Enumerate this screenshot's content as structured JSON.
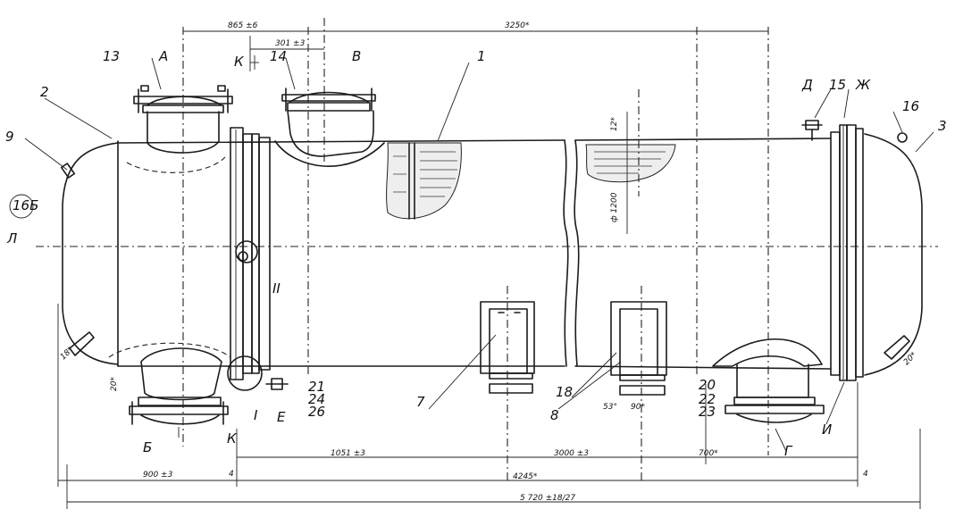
{
  "drawing": {
    "position_labels": {
      "p1": "1",
      "p2": "2",
      "p3": "3",
      "p7": "7",
      "p8": "8",
      "p9": "9",
      "p13": "13",
      "p14": "14",
      "p15": "15",
      "p16": "16",
      "p18": "18",
      "p20": "20",
      "p21": "21",
      "p22": "22",
      "p23": "23",
      "p24": "24",
      "p26": "26",
      "p16b": "16Б"
    },
    "nozzle_labels": {
      "a": "А",
      "b": "Б",
      "v": "В",
      "g": "Г",
      "d": "Д",
      "e": "Е",
      "zh": "Ж",
      "i": "И",
      "k_top": "К",
      "k_bottom": "К",
      "l": "Л"
    },
    "detail_labels": {
      "detail_1": "I",
      "detail_2": "II"
    },
    "dimensions": {
      "d_865": "865 ±6",
      "d_3250": "3250*",
      "d_301": "301 ±3",
      "d_12": "12*",
      "d_dia": "ф 1200",
      "d_20a": "20*",
      "d_20b": "20*",
      "d_18": "18*",
      "d_53": "53°",
      "d_90": "90*",
      "d_900": "900 ±3",
      "d_1051": "1051 ±3",
      "d_3000": "3000 ±3",
      "d_700": "700*",
      "d_4a": "4",
      "d_4b": "4",
      "d_4245": "4245*",
      "d_5720": "5 720 ±18/27"
    }
  }
}
